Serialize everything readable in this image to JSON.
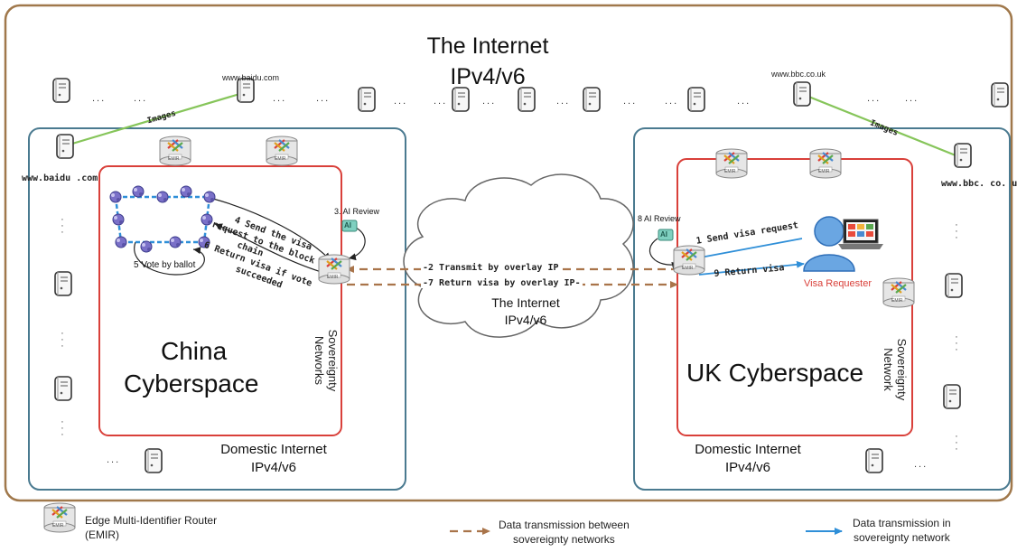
{
  "header": {
    "title_line1": "The Internet",
    "title_line2": "IPv4/v6"
  },
  "sites": {
    "baidu_top": "www.baidu.com",
    "bbc_top": "www.bbc.co.uk",
    "baidu_side": "www.baidu .com",
    "bbc_side": "www.bbc. co. uk",
    "images_label": "Images"
  },
  "china": {
    "title_line1": "China",
    "title_line2": "Cyberspace",
    "sovereignty_line1": "Sovereignty",
    "sovereignty_line2": "Networks",
    "domestic_line1": "Domestic Internet",
    "domestic_line2": "IPv4/v6",
    "vote_label": "5 Vote by ballot",
    "ai_review": "3. AI Review",
    "step4_lines": [
      "4 Send the visa",
      "request to the block",
      "chain"
    ],
    "step6_lines": [
      "6 Return visa if vote",
      "succeeded"
    ]
  },
  "uk": {
    "title": "UK Cyberspace",
    "sovereignty_line1": "Sovereignty",
    "sovereignty_line2": "Network",
    "domestic_line1": "Domestic Internet",
    "domestic_line2": "IPv4/v6",
    "ai_review": "8 AI Review",
    "step1": "1 Send visa request",
    "step9": "9 Return visa",
    "requester": "Visa Requester"
  },
  "cloud": {
    "step2": "-2 Transmit by overlay IP",
    "step7": "-7 Return visa by overlay IP-",
    "line1": "The Internet",
    "line2": "IPv4/v6"
  },
  "router_label": "EMIR",
  "ai_badge": "AI",
  "ellipsis": "...",
  "legend": {
    "router_line1": "Edge Multi-Identifier Router",
    "router_line2": "(EMIR)",
    "between_line1": "Data transmission between",
    "between_line2": "sovereignty networks",
    "in_line1": "Data transmission in",
    "in_line2": "sovereignty network"
  },
  "colors": {
    "outer_border": "#a0784b",
    "cyberspace_border": "#4a7a90",
    "sovereignty_border": "#d9403a",
    "dashed_arrow": "#a9744a",
    "blue_arrow": "#2f8fd8",
    "green_link": "#86c55a",
    "requester_text": "#d9403a"
  }
}
